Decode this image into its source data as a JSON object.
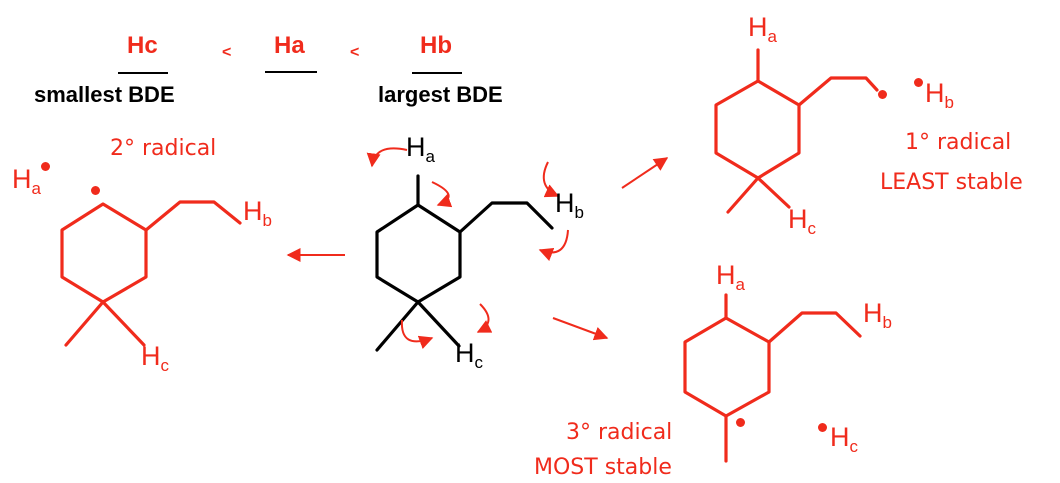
{
  "colors": {
    "accent": "#f02b1c",
    "ink": "#000000"
  },
  "ranking": {
    "first": "Hc",
    "second": "Ha",
    "third": "Hb",
    "sep": "<",
    "low_label": "smallest BDE",
    "high_label": "largest BDE"
  },
  "center": {
    "ha": "H",
    "ha_sub": "a",
    "hb": "H",
    "hb_sub": "b",
    "hc": "H",
    "hc_sub": "c"
  },
  "left": {
    "caption": "2° radical",
    "ha": "H",
    "ha_sub": "a",
    "hb": "H",
    "hb_sub": "b",
    "hc": "H",
    "hc_sub": "c"
  },
  "top_right": {
    "ha": "H",
    "ha_sub": "a",
    "hb": "H",
    "hb_sub": "b",
    "hc": "H",
    "hc_sub": "c",
    "caption1": "1° radical",
    "caption2": "LEAST stable"
  },
  "bottom_right": {
    "ha": "H",
    "ha_sub": "a",
    "hb": "H",
    "hb_sub": "b",
    "hc": "H",
    "hc_sub": "c",
    "caption1": "3° radical",
    "caption2": "MOST stable"
  }
}
